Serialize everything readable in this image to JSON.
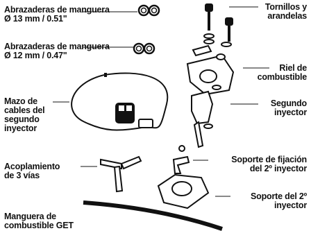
{
  "labels": {
    "clamps_13": [
      "Abrazaderas de manguera",
      "Ø 13 mm / 0.51\""
    ],
    "clamps_12": [
      "Abrazaderas de manguera",
      "Ø 12 mm / 0.47\""
    ],
    "harness": [
      "Mazo de",
      "cables del",
      "segundo",
      "inyector"
    ],
    "y_coupling": [
      "Acoplamiento",
      "de 3 vías"
    ],
    "fuel_hose": [
      "Manguera de",
      "combustible GET"
    ],
    "screws": [
      "Tornillos y",
      "arandelas"
    ],
    "fuel_rail": [
      "Riel de",
      "combustible"
    ],
    "second_injector": [
      "Segundo",
      "inyector"
    ],
    "bracket": [
      "Soporte de fijación",
      "del 2º inyector"
    ],
    "support": [
      "Soporte del 2º",
      "inyector"
    ]
  },
  "colors": {
    "ink": "#111111",
    "background": "#ffffff"
  }
}
